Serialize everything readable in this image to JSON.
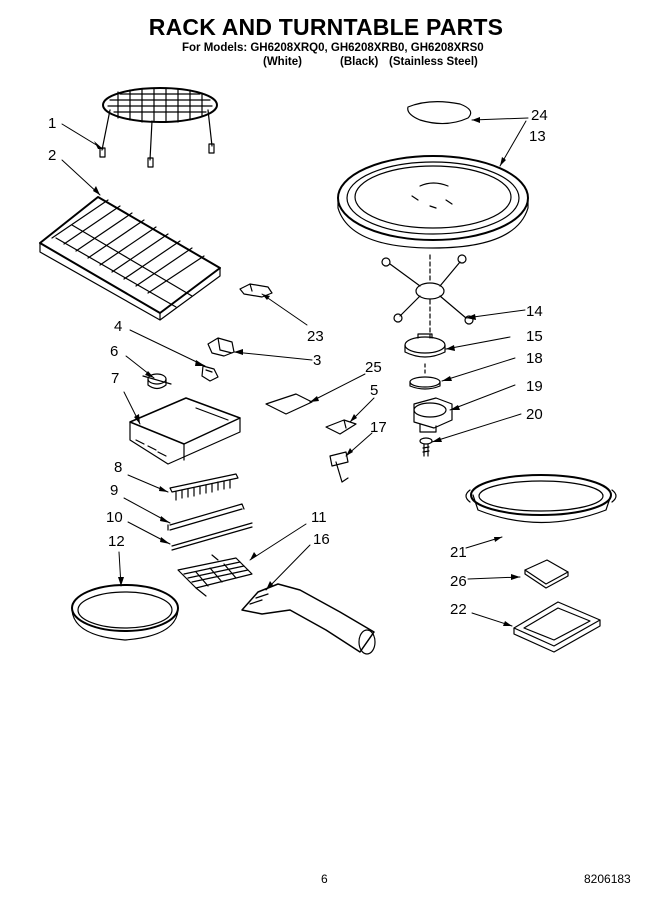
{
  "header": {
    "title": "RACK AND TURNTABLE PARTS",
    "models_line": "For Models: GH6208XRQ0, GH6208XRB0, GH6208XRS0",
    "variants": [
      "(White)",
      "(Black)",
      "(Stainless Steel)"
    ]
  },
  "callouts": [
    "1",
    "2",
    "3",
    "4",
    "5",
    "6",
    "7",
    "8",
    "9",
    "10",
    "11",
    "12",
    "13",
    "14",
    "15",
    "16",
    "17",
    "18",
    "19",
    "20",
    "21",
    "22",
    "23",
    "24",
    "25",
    "26"
  ],
  "footer": {
    "page_number": "6",
    "doc_number": "8206183"
  }
}
